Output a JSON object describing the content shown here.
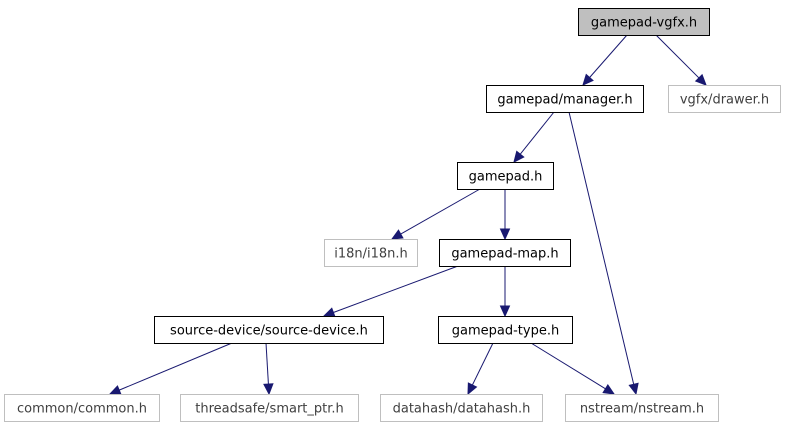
{
  "nodes": [
    {
      "id": "gamepad-vgfx",
      "label": "gamepad-vgfx.h",
      "state": "current"
    },
    {
      "id": "manager",
      "label": "gamepad/manager.h",
      "state": "documented"
    },
    {
      "id": "drawer",
      "label": "vgfx/drawer.h",
      "state": "external"
    },
    {
      "id": "gamepad",
      "label": "gamepad.h",
      "state": "documented"
    },
    {
      "id": "i18n",
      "label": "i18n/i18n.h",
      "state": "external"
    },
    {
      "id": "gamepad-map",
      "label": "gamepad-map.h",
      "state": "documented"
    },
    {
      "id": "source-device",
      "label": "source-device/source-device.h",
      "state": "documented"
    },
    {
      "id": "gamepad-type",
      "label": "gamepad-type.h",
      "state": "documented"
    },
    {
      "id": "common",
      "label": "common/common.h",
      "state": "external"
    },
    {
      "id": "smart-ptr",
      "label": "threadsafe/smart_ptr.h",
      "state": "external"
    },
    {
      "id": "datahash",
      "label": "datahash/datahash.h",
      "state": "external"
    },
    {
      "id": "nstream",
      "label": "nstream/nstream.h",
      "state": "external"
    }
  ],
  "edges": [
    {
      "from": "gamepad-vgfx",
      "to": "manager"
    },
    {
      "from": "gamepad-vgfx",
      "to": "drawer"
    },
    {
      "from": "manager",
      "to": "gamepad"
    },
    {
      "from": "manager",
      "to": "nstream"
    },
    {
      "from": "gamepad",
      "to": "i18n"
    },
    {
      "from": "gamepad",
      "to": "gamepad-map"
    },
    {
      "from": "gamepad-map",
      "to": "source-device"
    },
    {
      "from": "gamepad-map",
      "to": "gamepad-type"
    },
    {
      "from": "source-device",
      "to": "common"
    },
    {
      "from": "source-device",
      "to": "smart-ptr"
    },
    {
      "from": "gamepad-type",
      "to": "datahash"
    },
    {
      "from": "gamepad-type",
      "to": "nstream"
    }
  ],
  "colors": {
    "edge": "#191970",
    "current_fill": "#bfbfbf",
    "documented_border": "#000000",
    "external_border": "#bfbfbf",
    "external_text": "#404040"
  }
}
